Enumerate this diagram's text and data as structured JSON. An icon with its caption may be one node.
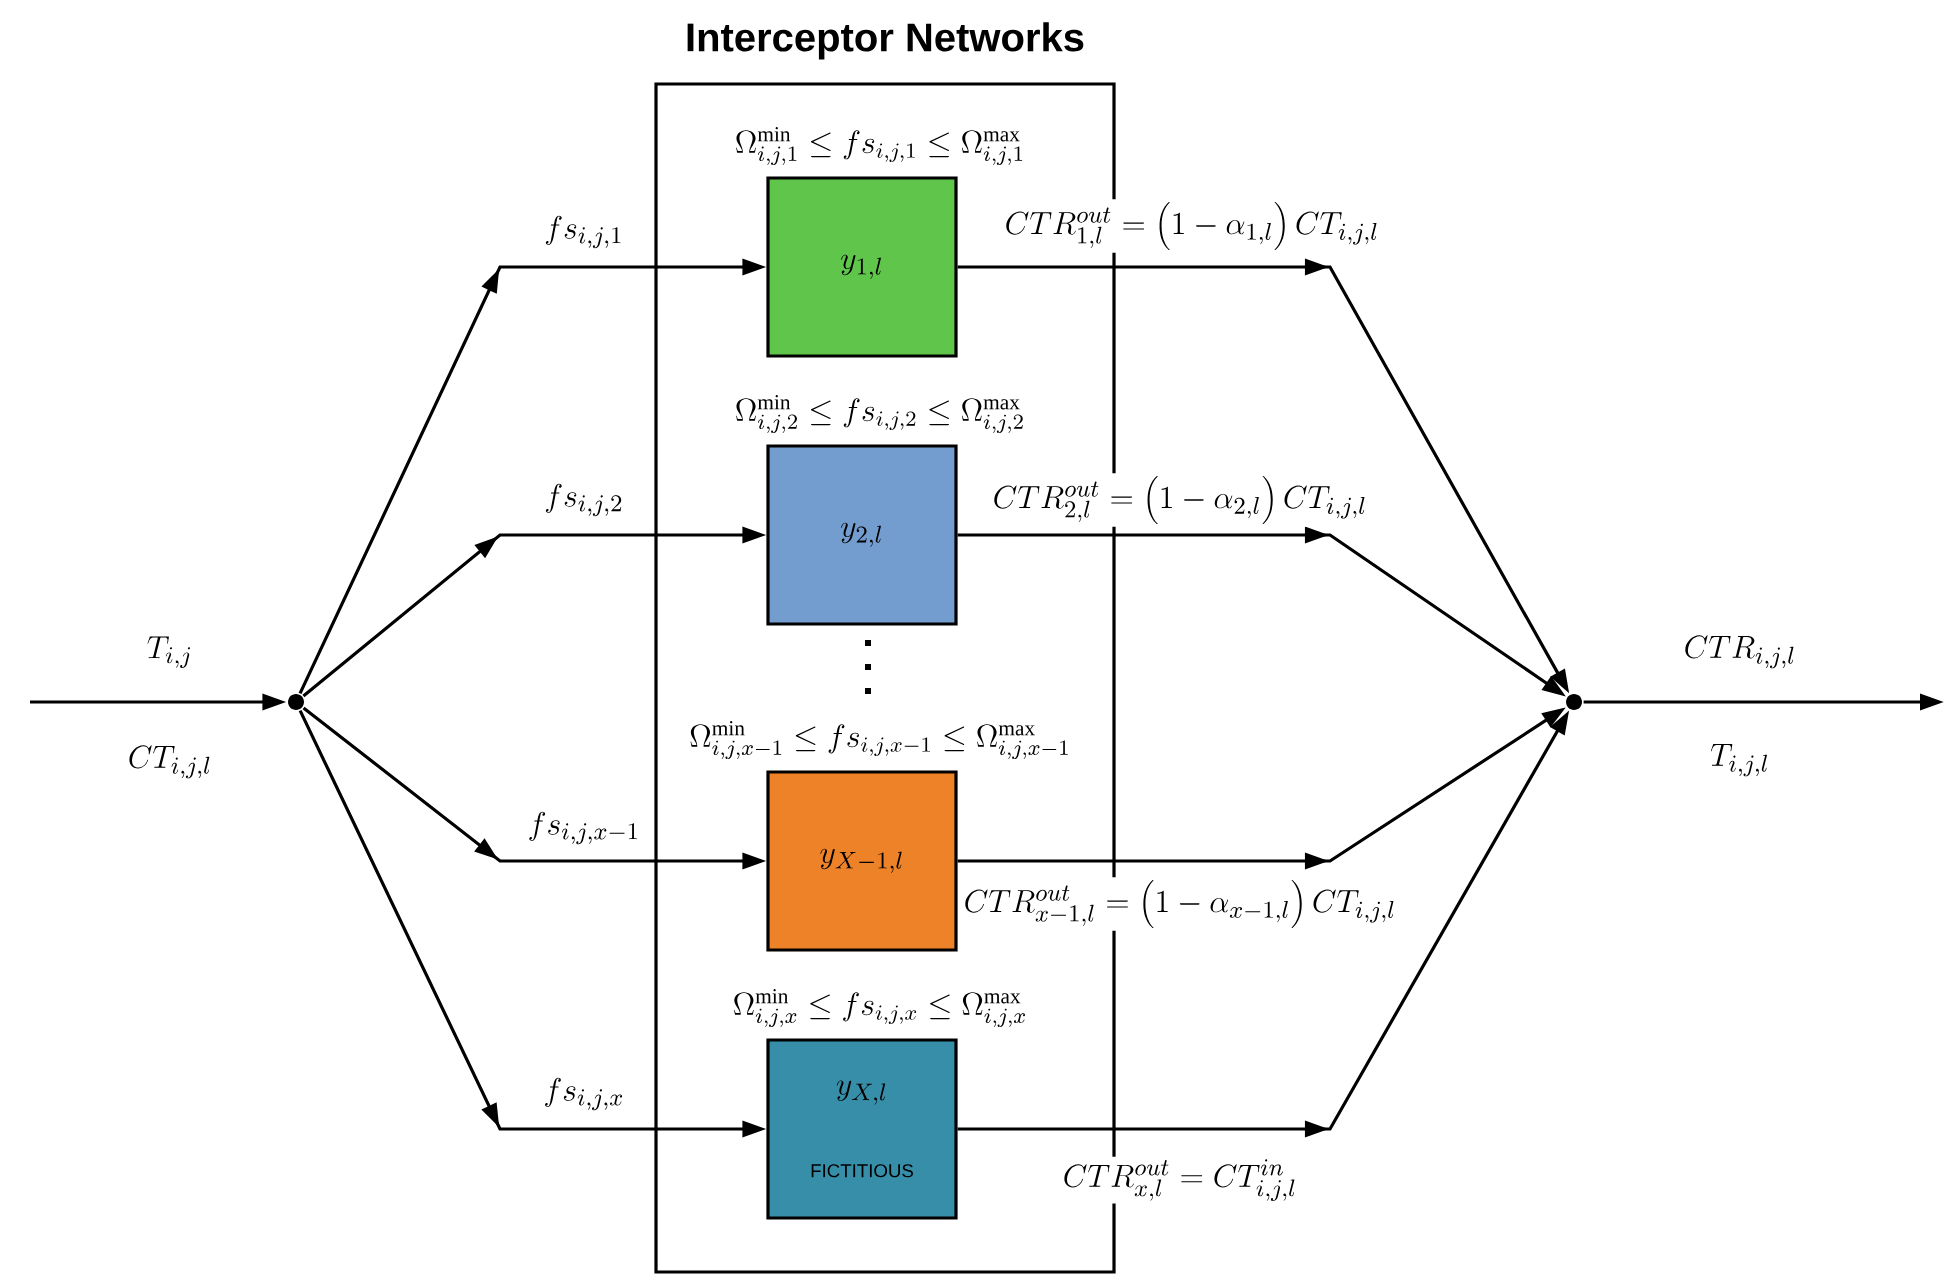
{
  "diagram": {
    "nodes": [
      {
        "text": [
          "Interceptor Networks"
        ]
      },
      {
        "text": [],
        "shape": "circle"
      },
      {
        "text": [
          "y_{1,l}"
        ],
        "in": 0,
        "beside": [
          "\\Omega^{\\min}_{i,j,1} \\le fs_{i,j,1} \\le \\Omega^{\\max}_{i,j,1}"
        ]
      },
      {
        "text": [
          "y_{2,l}"
        ],
        "in": 0,
        "beside": [
          "\\Omega^{\\min}_{i,j,2} \\le fs_{i,j,2} \\le \\Omega^{\\max}_{i,j,2}"
        ]
      },
      {
        "text": [
          "y_{X-1,l}"
        ],
        "in": 0,
        "beside": [
          "\\Omega^{\\min}_{i,j,x-1} \\le fs_{i,j,x-1} \\le \\Omega^{\\max}_{i,j,x-1}"
        ]
      },
      {
        "text": [
          "y_{X,l}",
          "FICTITIOUS"
        ],
        "in": 0,
        "beside": [
          "\\Omega^{\\min}_{i,j,x} \\le fs_{i,j,x} \\le \\Omega^{\\max}_{i,j,x}"
        ]
      },
      {
        "text": [],
        "shape": "circle"
      }
    ],
    "edges": [
      {
        "from": null,
        "to": 1,
        "arrow": "to",
        "label": "T_{i,j}"
      },
      {
        "from": 1,
        "to": 2,
        "arrow": "to",
        "label": "fs_{i,j,1}"
      },
      {
        "from": 1,
        "to": 3,
        "arrow": "to",
        "label": "fs_{i,j,2}"
      },
      {
        "from": 1,
        "to": 4,
        "arrow": "to",
        "label": "fs_{i,j,x-1}"
      },
      {
        "from": 1,
        "to": 5,
        "arrow": "to",
        "label": "fs_{i,j,x}"
      },
      {
        "from": 2,
        "to": 6,
        "arrow": "to",
        "label": "CTR^{out}_{1,l} = \\left(1-\\alpha_{1,l}\\right) CT_{i,j,l}"
      },
      {
        "from": 3,
        "to": 6,
        "arrow": "to",
        "label": "CTR^{out}_{2,l} = \\left(1-\\alpha_{2,l}\\right) CT_{i,j,l}"
      },
      {
        "from": 4,
        "to": 6,
        "arrow": "to",
        "label": "CTR^{out}_{x-1,l} = \\left(1-\\alpha_{x-1,l}\\right) CT_{i,j,l}"
      },
      {
        "from": 5,
        "to": 6,
        "arrow": "to",
        "label": "CTR^{out}_{x,l} = CT^{in}_{i,j,l}"
      },
      {
        "from": 6,
        "to": null,
        "arrow": "to",
        "label": "CTR_{i,j,l}"
      }
    ],
    "labels": [
      "CT_{i,j,l}",
      "T_{i,j,l}"
    ]
  }
}
